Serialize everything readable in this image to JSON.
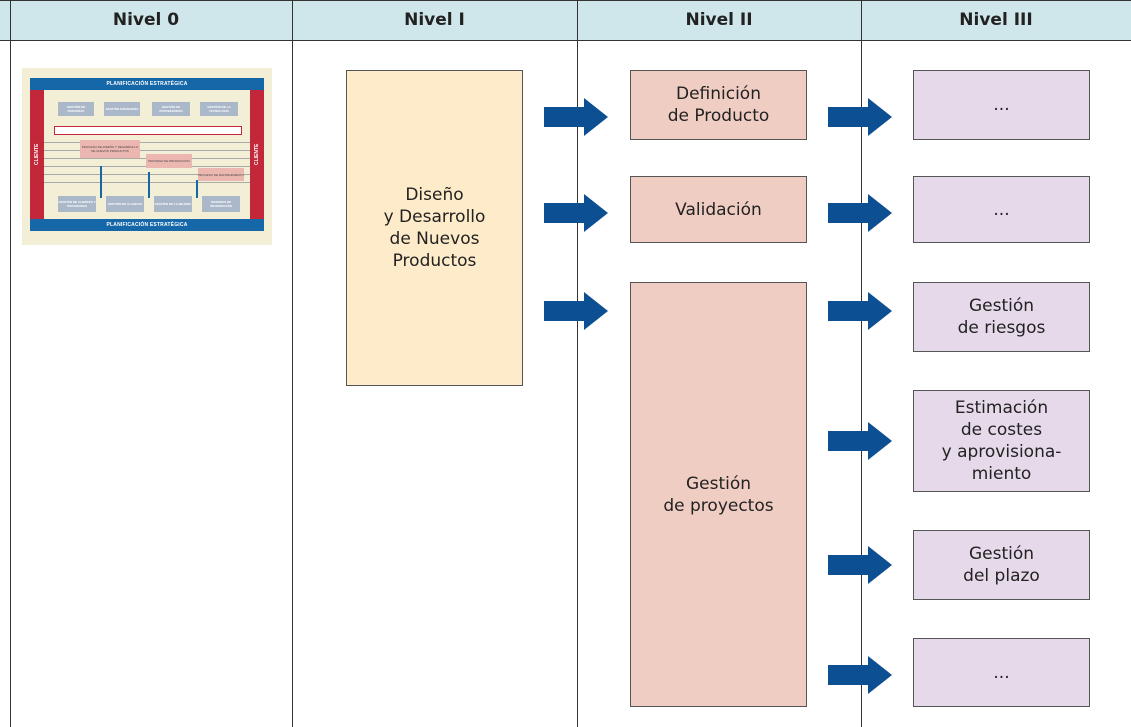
{
  "columns": [
    {
      "label": "Nivel 0"
    },
    {
      "label": "Nivel I"
    },
    {
      "label": "Nivel II"
    },
    {
      "label": "Nivel III"
    }
  ],
  "mini_diagram": {
    "top_bar": "PLANIFICACIÓN ESTRATÉGICA",
    "bottom_bar": "PLANIFICACIÓN ESTRATÉGICA",
    "left_side": "CLIENTE",
    "right_side": "CLIENTE",
    "top_boxes": [
      "GESTIÓN DE PERSONAS",
      "GESTIÓN FINANCIERA",
      "GESTIÓN DE PROVEEDORES",
      "GESTIÓN DE LA TECNOLOGÍA"
    ],
    "bottom_boxes": [
      "GESTIÓN DE CLIENTES Y PROGRAMAS",
      "GESTIÓN DE ALIANZAS",
      "GESTIÓN DE LA MEJORA",
      "SISTEMAS DE INFORMACIÓN"
    ],
    "processes": [
      "PROCESO DE DISEÑO Y DESARROLLO DE NUEVOS PRODUCTOS",
      "PROCESO DE PRODUCCIÓN",
      "PROCESO DE MANTENIMIENTO"
    ]
  },
  "level1": {
    "text": "Diseño\ny Desarrollo\nde Nuevos\nProductos"
  },
  "level2": [
    {
      "text": "Definición\nde Producto"
    },
    {
      "text": "Validación"
    },
    {
      "text": "Gestión\nde proyectos"
    }
  ],
  "level3": [
    {
      "text": "..."
    },
    {
      "text": "..."
    },
    {
      "text": "Gestión\nde riesgos"
    },
    {
      "text": "Estimación\nde costes\ny aprovisiona-\nmiento"
    },
    {
      "text": "Gestión\ndel plazo"
    },
    {
      "text": "..."
    }
  ],
  "colors": {
    "header": "#cfe7ea",
    "level1": "#fdebc9",
    "level2": "#f0cdc3",
    "level3": "#e6d9ea",
    "arrow": "#0d4f93"
  }
}
